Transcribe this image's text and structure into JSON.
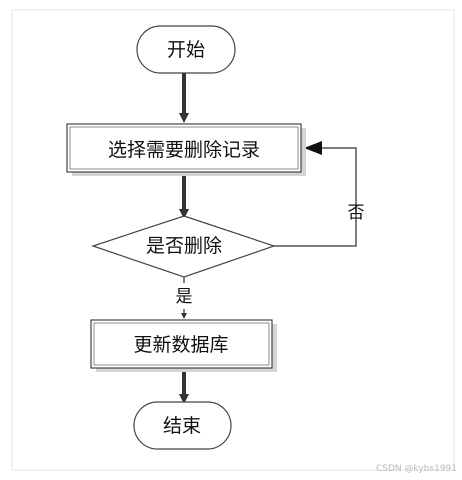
{
  "flowchart": {
    "nodes": {
      "start": {
        "label": "开始"
      },
      "select": {
        "label": "选择需要删除记录"
      },
      "decision": {
        "label": "是否删除"
      },
      "update": {
        "label": "更新数据库"
      },
      "end": {
        "label": "结束"
      }
    },
    "edges": {
      "yes_label": "是",
      "no_label": "否"
    },
    "colors": {
      "stroke": "#444444",
      "arrow": "#333333",
      "shadow": "#d4d4d4",
      "panel_border": "#e6e6e6"
    }
  },
  "watermark": {
    "text": "CSDN @kybs1991"
  }
}
